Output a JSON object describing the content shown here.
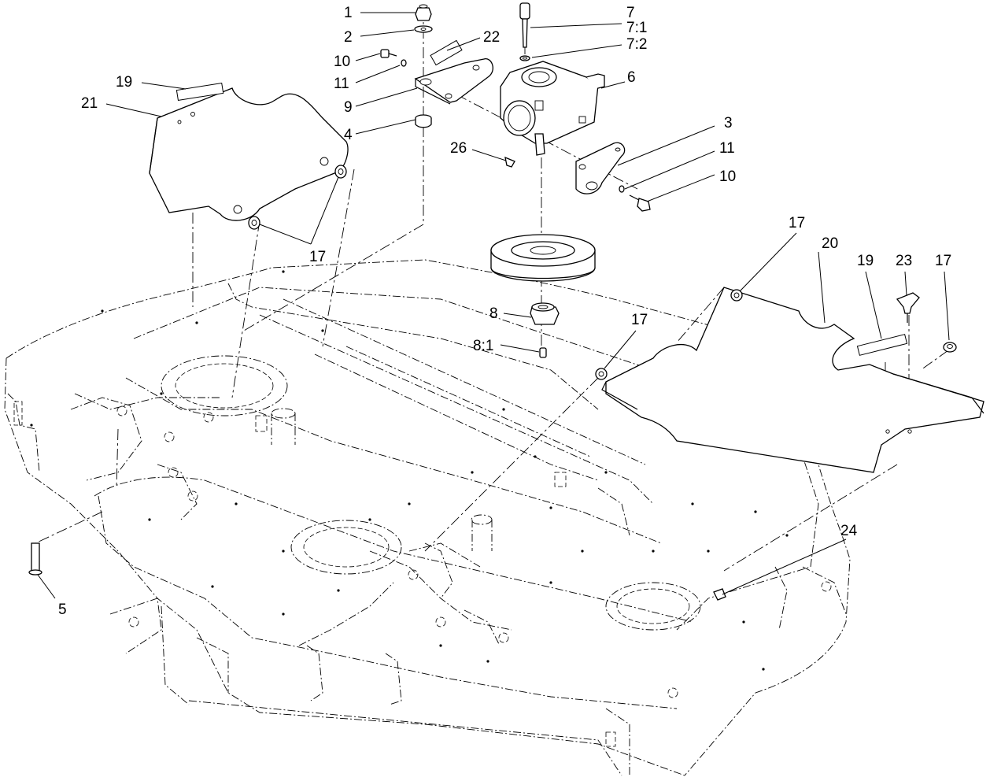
{
  "callouts": [
    {
      "id": "c1",
      "text": "1"
    },
    {
      "id": "c2",
      "text": "2"
    },
    {
      "id": "c10a",
      "text": "10"
    },
    {
      "id": "c11a",
      "text": "11"
    },
    {
      "id": "c9",
      "text": "9"
    },
    {
      "id": "c4",
      "text": "4"
    },
    {
      "id": "c22",
      "text": "22"
    },
    {
      "id": "c7",
      "text": "7"
    },
    {
      "id": "c7_1",
      "text": "7:1"
    },
    {
      "id": "c7_2",
      "text": "7:2"
    },
    {
      "id": "c6",
      "text": "6"
    },
    {
      "id": "c3",
      "text": "3"
    },
    {
      "id": "c11b",
      "text": "11"
    },
    {
      "id": "c10b",
      "text": "10"
    },
    {
      "id": "c26",
      "text": "26"
    },
    {
      "id": "c19a",
      "text": "19"
    },
    {
      "id": "c21",
      "text": "21"
    },
    {
      "id": "c17a",
      "text": "17"
    },
    {
      "id": "c8",
      "text": "8"
    },
    {
      "id": "c8_1",
      "text": "8:1"
    },
    {
      "id": "c17b",
      "text": "17"
    },
    {
      "id": "c20",
      "text": "20"
    },
    {
      "id": "c19b",
      "text": "19"
    },
    {
      "id": "c23",
      "text": "23"
    },
    {
      "id": "c17c",
      "text": "17"
    },
    {
      "id": "c17d",
      "text": "17"
    },
    {
      "id": "c24",
      "text": "24"
    },
    {
      "id": "c5",
      "text": "5"
    }
  ]
}
